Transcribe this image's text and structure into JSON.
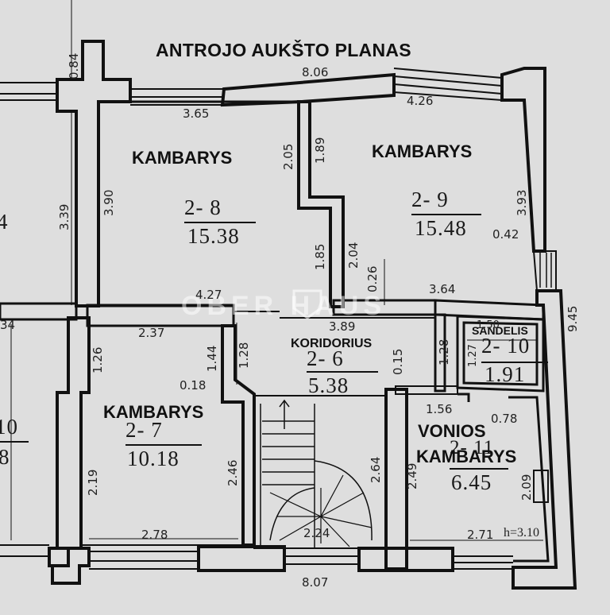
{
  "plan": {
    "title": "ANTROJO AUKŠTO PLANAS",
    "watermark": "OBER HAUS",
    "rooms": {
      "r28": {
        "name": "KAMBARYS",
        "id": "2- 8",
        "area": "15.38"
      },
      "r29": {
        "name": "KAMBARYS",
        "id": "2- 9",
        "area": "15.48"
      },
      "r27": {
        "name": "KAMBARYS",
        "id": "2- 7",
        "area": "10.18"
      },
      "r26": {
        "name": "KORIDORIUS",
        "id": "2- 6",
        "area": "5.38"
      },
      "r210": {
        "name": "SANDELIS",
        "id": "2- 10",
        "area": "1.91"
      },
      "r211": {
        "name1": "VONIOS",
        "name2": "KAMBARYS",
        "id": "2- 11",
        "area": "6.45"
      },
      "leftA": {
        "id": "4"
      },
      "leftB": {
        "id": "10",
        "area": "8"
      }
    },
    "dims": {
      "d084": "0.84",
      "d806": "8.06",
      "d365": "3.65",
      "d426": "4.26",
      "d339": "3.39",
      "d390": "3.90",
      "d205": "2.05",
      "d189": "1.89",
      "d393": "3.93",
      "d185": "1.85",
      "d204": "2.04",
      "d026": "0.26",
      "d042": "0.42",
      "d427": "4.27",
      "d364": "3.64",
      "d945": "9.45",
      "d34": "34",
      "d237": "2.37",
      "d389": "3.89",
      "d150": "1.50",
      "d126": "1.26",
      "d144": "1.44",
      "d128a": "1.28",
      "d015": "0.15",
      "d128b": "1.28",
      "d127": "1.27",
      "d018": "0.18",
      "d156": "1.56",
      "d078": "0.78",
      "d219": "2.19",
      "d246": "2.46",
      "d264": "2.64",
      "d249": "2.49",
      "d209": "2.09",
      "d278": "2.78",
      "d224": "2.24",
      "d271": "2.71",
      "height": "h=3.10",
      "d807": "8.07"
    },
    "colors": {
      "wall": "#111111",
      "background": "#dedede",
      "ink": "#1a1a1a"
    }
  }
}
